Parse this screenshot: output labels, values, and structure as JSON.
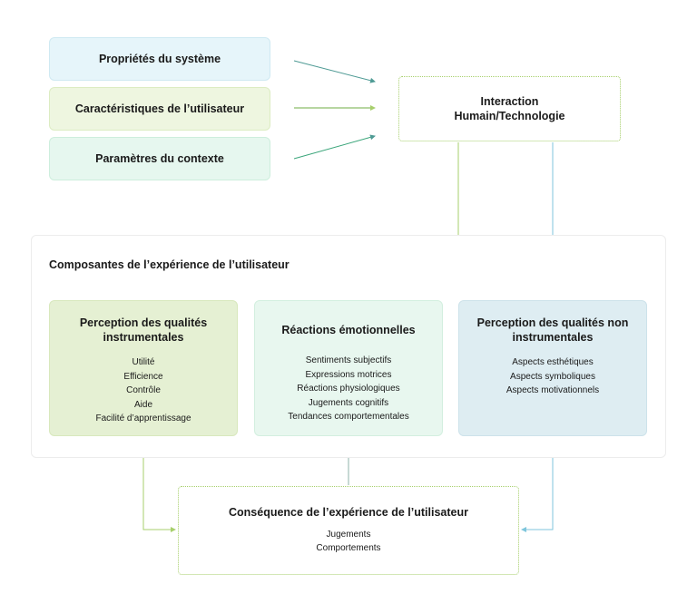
{
  "inputs": {
    "system": "Propriétés du système",
    "user": "Caractéristiques de l’utilisateur",
    "context": "Paramètres du contexte"
  },
  "interaction": {
    "line1": "Interaction",
    "line2": "Humain/Technologie"
  },
  "ux_components": {
    "title": "Composantes de l’expérience de l’utilisateur",
    "instrumental": {
      "title": "Perception des qualités instrumentales",
      "items": [
        "Utilité",
        "Efficience",
        "Contrôle",
        "Aide",
        "Facilité d’apprentissage"
      ]
    },
    "emotional": {
      "title": "Réactions émotionnelles",
      "items": [
        "Sentiments subjectifs",
        "Expressions motrices",
        "Réactions physiologiques",
        "Jugements cognitifs",
        "Tendances comportementales"
      ]
    },
    "non_instrumental": {
      "title": "Perception des qualités non instrumentales",
      "items": [
        "Aspects esthétiques",
        "Aspects symboliques",
        "Aspects motivationnels"
      ]
    }
  },
  "consequence": {
    "title": "Conséquence de l’expérience de l’utilisateur",
    "items": [
      "Jugements",
      "Comportements"
    ]
  },
  "colors": {
    "green_line": "#a7cf6c",
    "blue_line": "#7fc6dc",
    "teal_line": "#4e9a94",
    "gray_line": "#8fb3a8"
  }
}
